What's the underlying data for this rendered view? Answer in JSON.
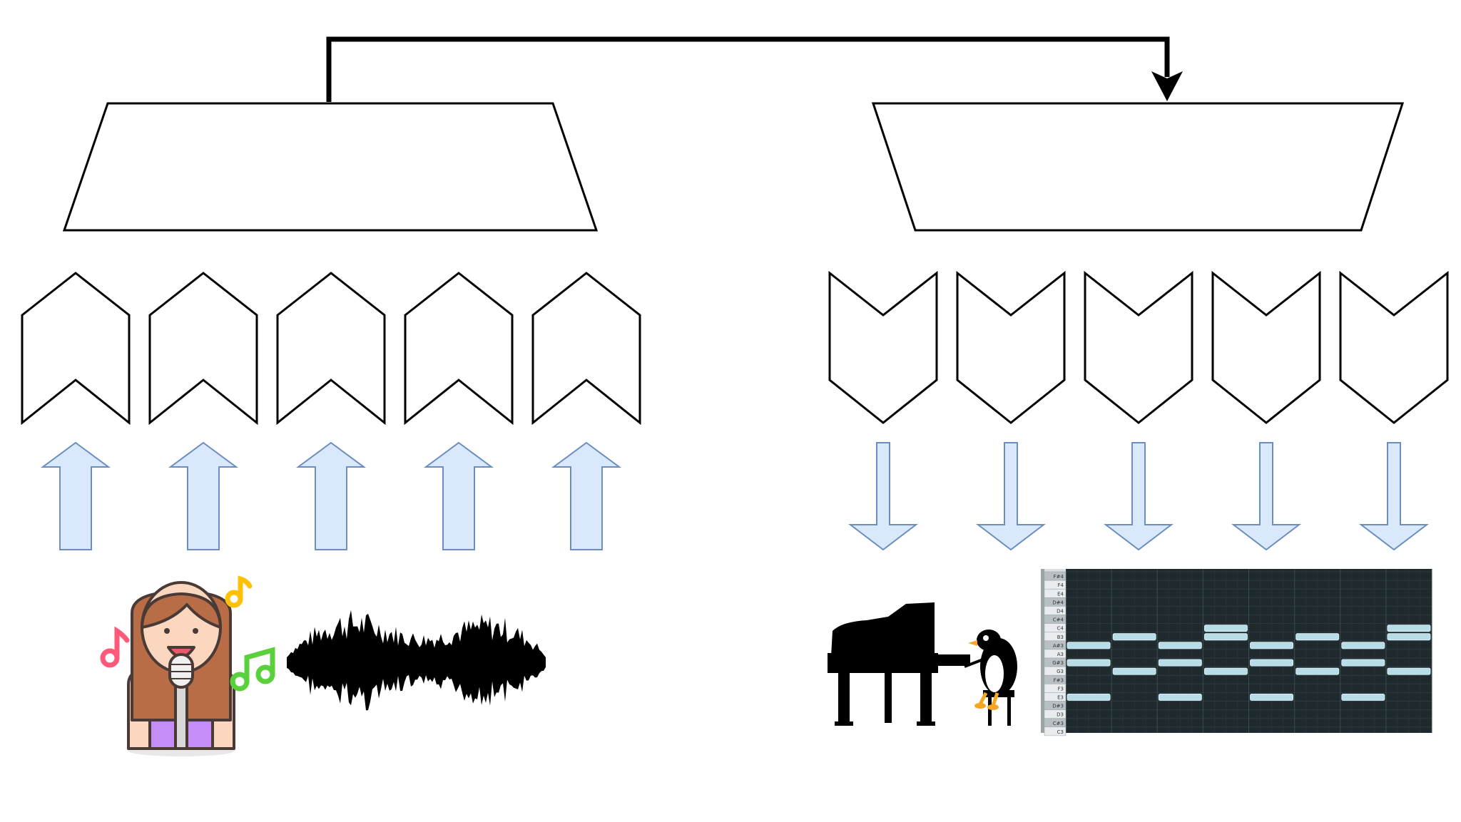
{
  "diagram": {
    "encoder": {
      "shape": "trapezoid",
      "token_shape": "chevron-up",
      "token_count": 5
    },
    "decoder": {
      "shape": "inverted-trapezoid",
      "token_shape": "chevron-down",
      "token_count": 5
    },
    "connection": "encoder-to-decoder arrow",
    "input": {
      "icons": [
        "singer-icon",
        "music-note-icon",
        "waveform-icon"
      ]
    },
    "output": {
      "icons": [
        "piano-icon",
        "penguin-icon",
        "piano-roll-icon"
      ]
    }
  },
  "colors": {
    "outline": "#000000",
    "flow_arrow_fill": "#dae8fc",
    "flow_arrow_stroke": "#6c8ebf",
    "skin": "#fbd7bf",
    "hair": "#b96d46",
    "dress": "#c48df7",
    "note_red": "#ff5a79",
    "note_yellow": "#ffc107",
    "note_green": "#5ad13c",
    "piano_roll_bg": "#1f2a2e",
    "piano_roll_note": "#b7dde7"
  },
  "piano_roll": {
    "key_labels": [
      "F#4",
      "F4",
      "E4",
      "D#4",
      "D4",
      "C#4",
      "C4",
      "B3",
      "A#3",
      "A3",
      "G#3",
      "G3",
      "F#3",
      "F3",
      "E3",
      "D#3",
      "D3",
      "C#3",
      "C3"
    ],
    "notes": [
      [
        0,
        8
      ],
      [
        0,
        10
      ],
      [
        0,
        14
      ],
      [
        1,
        7
      ],
      [
        1,
        11
      ],
      [
        2,
        8
      ],
      [
        2,
        10
      ],
      [
        2,
        14
      ],
      [
        3,
        6
      ],
      [
        3,
        7
      ],
      [
        3,
        11
      ],
      [
        4,
        8
      ],
      [
        4,
        10
      ],
      [
        4,
        14
      ],
      [
        5,
        7
      ],
      [
        5,
        11
      ],
      [
        6,
        8
      ],
      [
        6,
        10
      ],
      [
        6,
        14
      ],
      [
        7,
        6
      ],
      [
        7,
        7
      ],
      [
        7,
        11
      ]
    ]
  }
}
